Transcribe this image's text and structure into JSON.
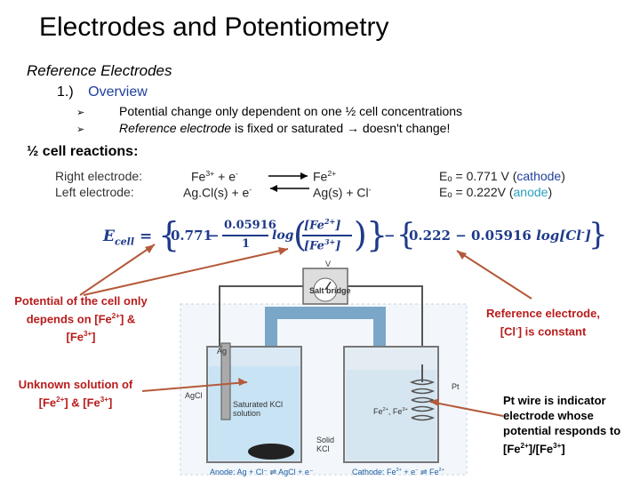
{
  "title": "Electrodes and Potentiometry",
  "subtitle": "Reference Electrodes",
  "overview": {
    "number": "1.)",
    "label": "Overview"
  },
  "bullets": [
    "Potential change only dependent on one ½ cell concentrations",
    "Reference electrode is fixed or saturated → doesn't change!"
  ],
  "half_cell_heading": "½ cell reactions:",
  "reactions": {
    "right_label": "Right electrode:",
    "left_label": "Left electrode:",
    "right_reactant": "Fe3+ + e-",
    "left_reactant": "AgCl(s) + e-",
    "right_product": "Fe2+",
    "left_product": "Ag(s) + Cl-",
    "right_potential": "Eₒ = 0.771 V (cathode)",
    "left_potential": "Eₒ = 0.222V (anode)"
  },
  "equation": {
    "lhs": "E",
    "lhs_sub": "cell",
    "e1": "0.771",
    "frac_num": "0.05916",
    "frac_den": "1",
    "log": "log",
    "fe2": "[Fe",
    "fe2_sup": "2+",
    "fe3": "[Fe",
    "fe3_sup": "3+",
    "e2": "0.222",
    "e3": "0.05916",
    "log2": "log[Cl",
    "log2_sup": "-"
  },
  "callouts": {
    "potential": "Potential of the cell only depends on [Fe2+] & [Fe3+]",
    "unknown": "Unknown solution of [Fe2+] & [Fe3+]",
    "reference": "Reference electrode, [Cl-] is constant",
    "ptwire": "Pt wire is indicator electrode whose potential responds to [Fe2+]/[Fe3+]"
  },
  "diagram": {
    "salt_bridge": "Salt bridge",
    "ag": "Ag",
    "agcl": "AgCl",
    "saturated": "Saturated KCl solution",
    "solid": "Solid KCl",
    "pt": "Pt",
    "fe_ions": "Fe2+, Fe3+",
    "v": "V",
    "anode": "Anode: Ag + Cl⁻ ⇌ AgCl + e⁻",
    "cathode": "Cathode: Fe3+ + e⁻ ⇌ Fe2+"
  }
}
